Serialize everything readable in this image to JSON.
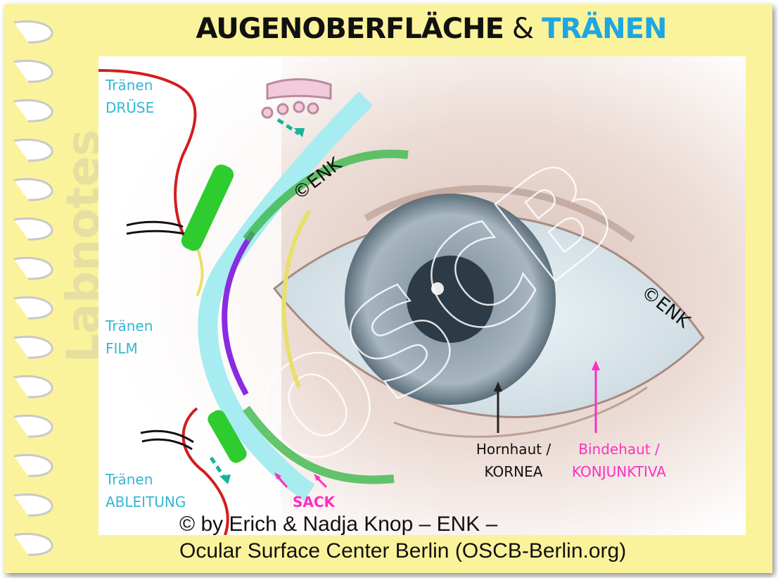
{
  "title": {
    "part1": "AUGENOBERFLÄCHE",
    "amp": "&",
    "part2": "TRÄNEN"
  },
  "watermark": "Labnotes",
  "labels": {
    "gland_1": "Tränen",
    "gland_2": "DRÜSE",
    "film_1": "Tränen",
    "film_2": "FILM",
    "drain_1": "Tränen",
    "drain_2": "ABLEITUNG",
    "sack": "SACK",
    "enk_1": "©ENK",
    "enk_2": "©ENK",
    "oscb": "OSCB",
    "cornea_1": "Hornhaut /",
    "cornea_2": "KORNEA",
    "conj_1": "Bindehaut /",
    "conj_2": "KONJUNKTIVA"
  },
  "footer": {
    "line1": "© by Erich & Nadja Knop – ENK –",
    "line2": "Ocular Surface Center Berlin (OSCB-Berlin.org)"
  },
  "colors": {
    "title_accent": "#1ea7e0",
    "label_cyan": "#35b7d3",
    "pink": "#ff2fbf",
    "note_yellow": "#fbf39b",
    "eyelid_red": "#d21e1e",
    "gland_green": "#2ecc2e",
    "tear_film": "#a7ecf0",
    "cornea_purple": "#8a2be2"
  }
}
